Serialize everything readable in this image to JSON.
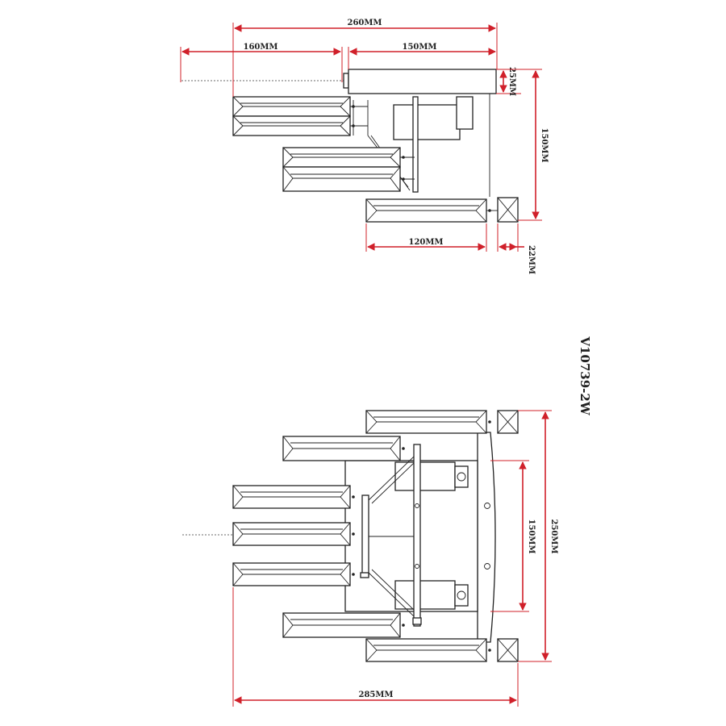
{
  "model_number": "V10739-2W",
  "side_view": {
    "dimensions": {
      "overall_depth": "260MM",
      "chain_length": "160MM",
      "canopy_depth": "150MM",
      "canopy_height": "25MM",
      "overall_height": "150MM",
      "crystal_bar_length": "120MM",
      "end_block": "22MM"
    }
  },
  "top_view": {
    "dimensions": {
      "backplate_inner": "150MM",
      "overall_width": "250MM",
      "overall_depth": "285MM"
    }
  }
}
